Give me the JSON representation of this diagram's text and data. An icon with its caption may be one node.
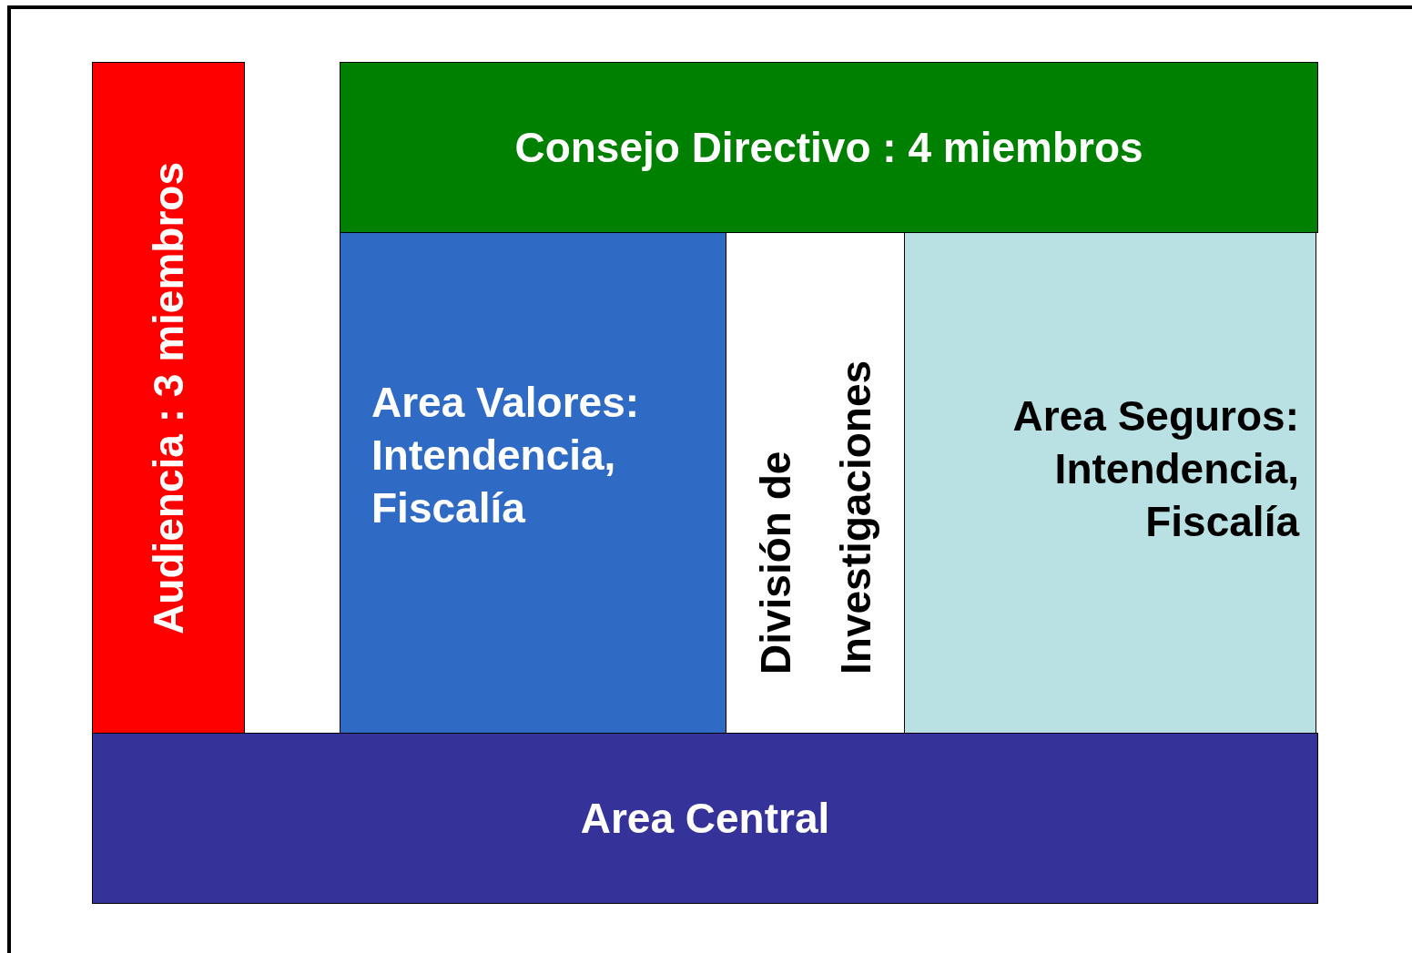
{
  "diagram": {
    "nodes": [
      {
        "text": [
          "Audiencia : 3 miembros"
        ]
      },
      {
        "text": [
          "Consejo Directivo : 4 miembros"
        ]
      },
      {
        "text": [
          "Area Valores: Intendencia, Fiscalía"
        ]
      },
      {
        "text": [
          "División de Investigaciones"
        ]
      },
      {
        "text": [
          "Area Seguros: Intendencia, Fiscalía"
        ]
      },
      {
        "text": [
          "Area Central"
        ]
      }
    ]
  }
}
